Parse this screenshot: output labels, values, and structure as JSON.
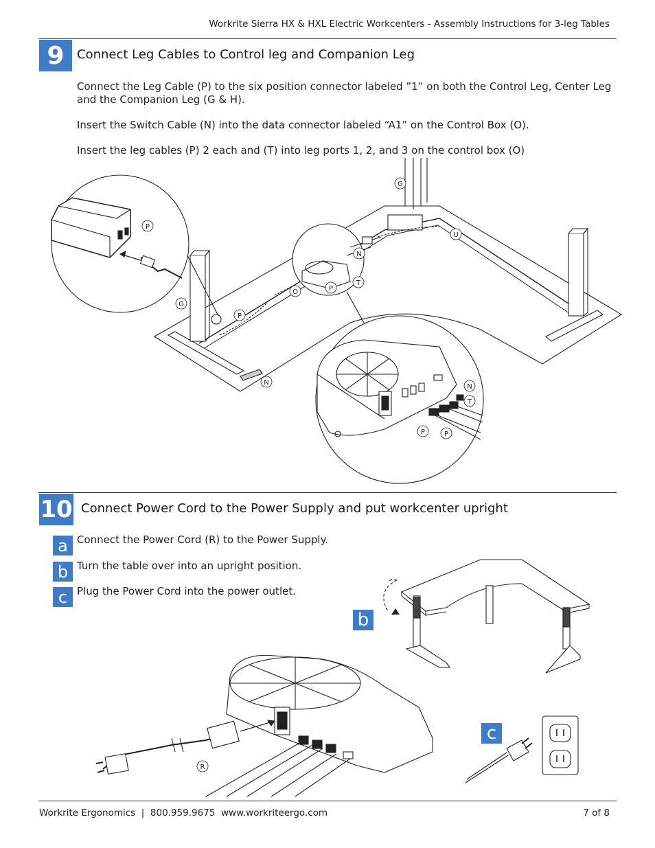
{
  "header": {
    "title": "Workrite Sierra HX & HXL Electric Workcenters - Assembly Instructions for 3-leg Tables"
  },
  "step9": {
    "number": "9",
    "title": "Connect Leg Cables to Control leg and Companion Leg",
    "paragraphs": [
      "Connect the Leg Cable (P) to the six position connector labeled ”1” on both the Control Leg, Center Leg and the Companion Leg (G & H).",
      "Insert the Switch Cable (N) into the data connector labeled “A1” on the Control Box (O).",
      "Insert the leg cables (P) 2 each and (T) into leg ports 1, 2, and 3 on the control box (O)"
    ],
    "labels": {
      "g_top": "G",
      "u": "U",
      "p_zoom": "P",
      "n_mid": "N",
      "p_mid": "P",
      "t_mid": "T",
      "o": "O",
      "g_left": "G",
      "p_left": "P",
      "n_bottom": "N",
      "n_detail": "N",
      "t_detail": "T",
      "p_detail1": "P",
      "p_detail2": "P"
    }
  },
  "step10": {
    "number": "10",
    "title": "Connect Power Cord to the Power Supply and put workcenter upright",
    "substeps": [
      {
        "letter": "a",
        "text": "Connect the Power Cord (R) to the Power Supply."
      },
      {
        "letter": "b",
        "text": "Turn the table over into an upright position."
      },
      {
        "letter": "c",
        "text": "Plug the Power Cord into the power outlet."
      }
    ],
    "callout_b": "b",
    "callout_c": "c",
    "label_r": "R"
  },
  "footer": {
    "left": "Workrite Ergonomics  |  800.959.9675  www.workriteergo.com",
    "right": "7 of 8"
  },
  "colors": {
    "accent": "#3d7cc9"
  }
}
